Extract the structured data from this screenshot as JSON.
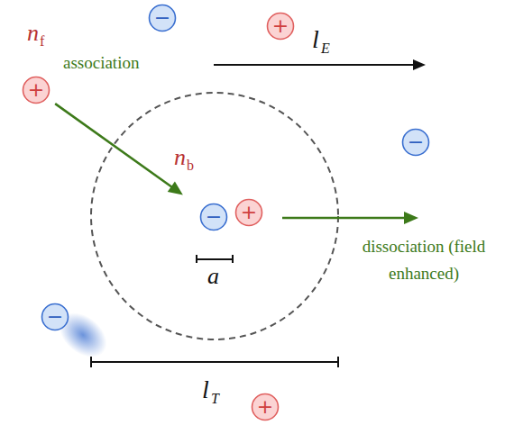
{
  "diagram": {
    "nodes": [
      {
        "text": [
          "−"
        ]
      },
      {
        "text": [
          "+"
        ]
      },
      {
        "text": [
          "+"
        ]
      },
      {
        "text": [
          "−"
        ]
      },
      {
        "text": [
          "−"
        ]
      },
      {
        "text": [
          "+"
        ]
      },
      {
        "text": [
          "−"
        ]
      },
      {
        "text": [
          "+"
        ]
      }
    ],
    "edges": [
      {
        "from": 2,
        "to": 4,
        "arrow": "to",
        "label": "association"
      }
    ],
    "labels": [
      "n",
      "f",
      "l",
      "E",
      "n",
      "b",
      "dissociation (field enhanced)",
      "a",
      "l",
      "T"
    ]
  }
}
